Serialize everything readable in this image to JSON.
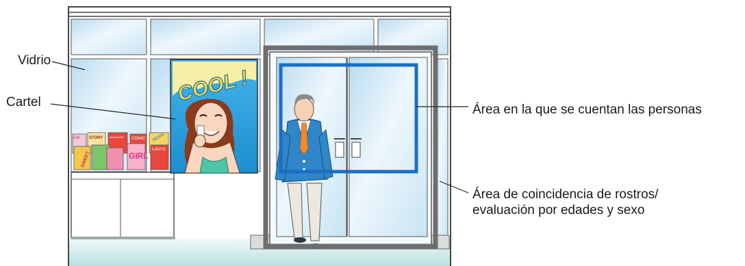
{
  "labels": {
    "glass": "Vidrio",
    "poster": "Cartel",
    "count_area": "Área en la que se cuentan las personas",
    "face_area_line1": "Área de coincidencia de rostros/",
    "face_area_line2": "evaluación por edades y sexo"
  },
  "poster": {
    "headline": "COOL !"
  },
  "magazines": [
    "STORY",
    "MAGAZINE",
    "COMIC",
    "NEWS",
    "GIRL",
    "LADYS",
    "Girl",
    "SWEET"
  ],
  "colors": {
    "count_area_frame": "#1a6fc4",
    "face_area_frame": "#6e6e6e",
    "glass": "#cfe7f5",
    "poster_bg": "#1e96d6",
    "suit": "#2f86c9",
    "floor": "#d6efef"
  }
}
